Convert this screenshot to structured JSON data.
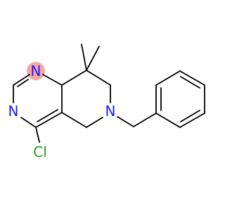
{
  "molecule": {
    "atoms": {
      "n_top": "N",
      "n_left": "N",
      "n_ring": "N",
      "cl": "Cl"
    },
    "colors": {
      "bond": "#000000",
      "nitrogen": "#1a1aff",
      "chlorine": "#1f9e1f",
      "highlight": "#f4a7a7"
    }
  }
}
